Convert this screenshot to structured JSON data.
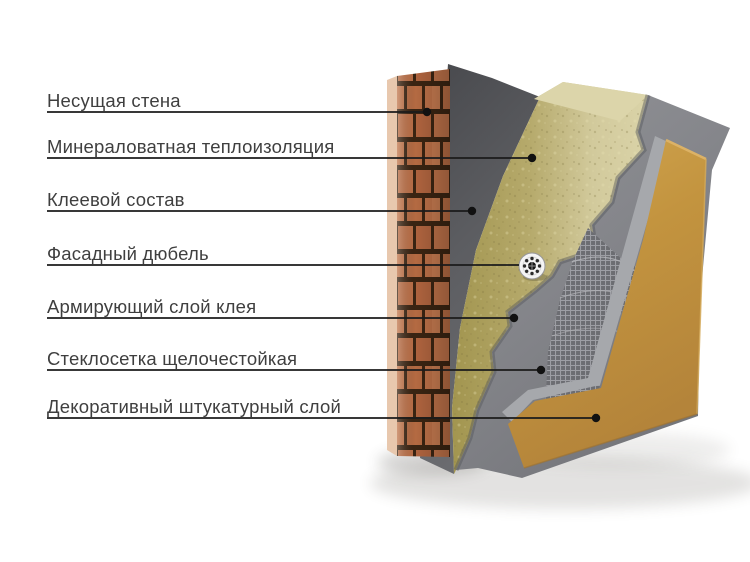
{
  "diagram": {
    "type": "wall-insulation-cutaway",
    "labels": [
      {
        "text": "Несущая стена",
        "layer": "load-bearing-wall"
      },
      {
        "text": "Минераловатная теплоизоляция",
        "layer": "mineral-wool-insulation"
      },
      {
        "text": "Клеевой состав",
        "layer": "adhesive-compound"
      },
      {
        "text": "Фасадный дюбель",
        "layer": "facade-dowel"
      },
      {
        "text": "Армирующий слой клея",
        "layer": "reinforcing-adhesive-layer"
      },
      {
        "text": "Стеклосетка щелочестойкая",
        "layer": "alkali-resistant-fiberglass-mesh"
      },
      {
        "text": "Декоративный штукатурный слой",
        "layer": "decorative-plaster-layer"
      }
    ],
    "palette": {
      "background": "#ffffff",
      "label_text": "#3f3f3f",
      "leader_line": "#1b1b1b",
      "brick": "#b96f47",
      "brick_mortar": "#3a2412",
      "adhesive_dark_gray": "#5a5b5f",
      "mineral_wool": "#b3a766",
      "wool_cut_face": "#d6cfa2",
      "reinforcing_gray": "#85868b",
      "mesh_grid": "#aeafb4",
      "plaster_ochre": "#c6973f",
      "dowel_disc": "#f4f4f4"
    }
  }
}
